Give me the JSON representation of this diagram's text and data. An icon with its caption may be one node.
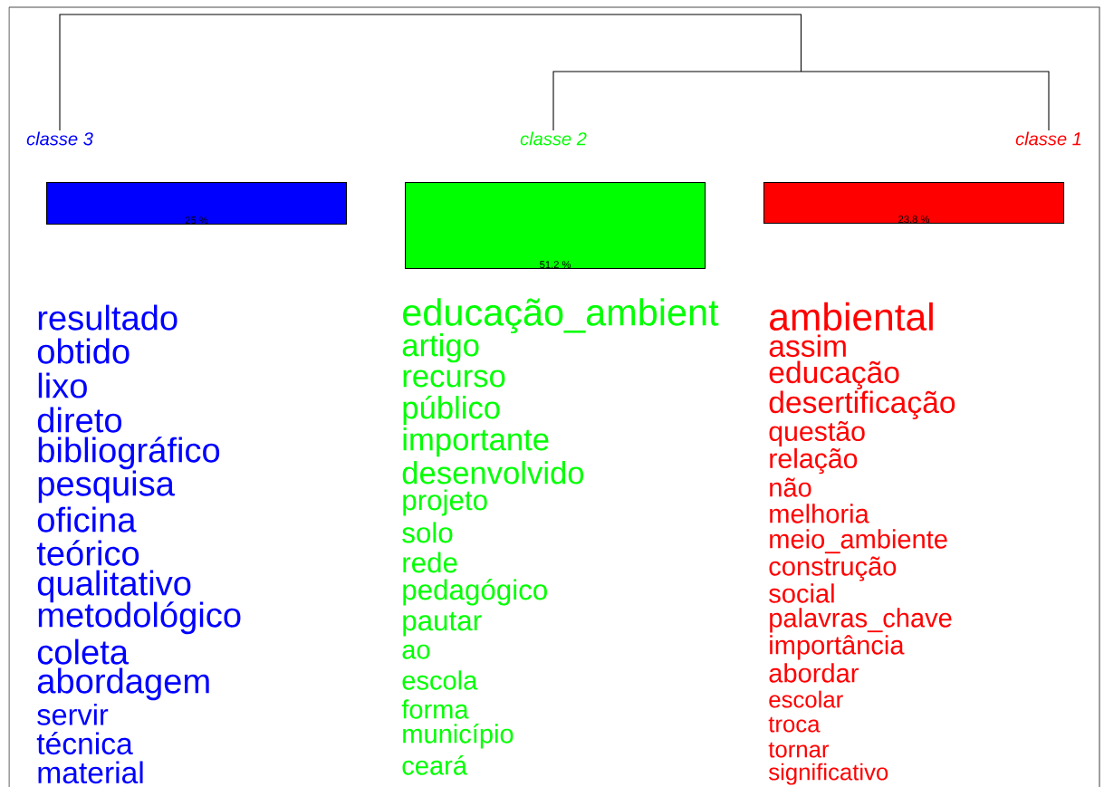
{
  "diagram": {
    "nodes": [
      {
        "text": [
          "classe  3"
        ]
      },
      {
        "text": [
          "classe  2"
        ]
      },
      {
        "text": [
          "classe  1"
        ]
      },
      {
        "text": [
          "25 %"
        ],
        "beside": [
          "resultado",
          "obtido",
          "lixo",
          "direto",
          "bibliográfico",
          "pesquisa",
          "oficina",
          "teórico",
          "qualitativo",
          "metodológico",
          "coleta",
          "abordagem",
          "servir",
          "técnica",
          "material"
        ]
      },
      {
        "text": [
          "51.2 %"
        ],
        "beside": [
          "educação_ambient",
          "artigo",
          "recurso",
          "público",
          "importante",
          "desenvolvido",
          "projeto",
          "solo",
          "rede",
          "pedagógico",
          "pautar",
          "ao",
          "escola",
          "forma",
          "município",
          "ceará"
        ]
      },
      {
        "text": [
          "23.8 %"
        ],
        "beside": [
          "ambiental",
          "assim",
          "educação",
          "desertificação",
          "questão",
          "relação",
          "não",
          "melhoria",
          "meio_ambiente",
          "construção",
          "social",
          "palavras_chave",
          "importância",
          "abordar",
          "escolar",
          "troca",
          "tornar",
          "significativo"
        ]
      }
    ],
    "edges": [
      {
        "from": 1,
        "to": 2,
        "arrow": "none"
      },
      {
        "from": 0,
        "to": 1,
        "arrow": "none"
      },
      {
        "from": 0,
        "to": 2,
        "arrow": "none"
      }
    ]
  }
}
